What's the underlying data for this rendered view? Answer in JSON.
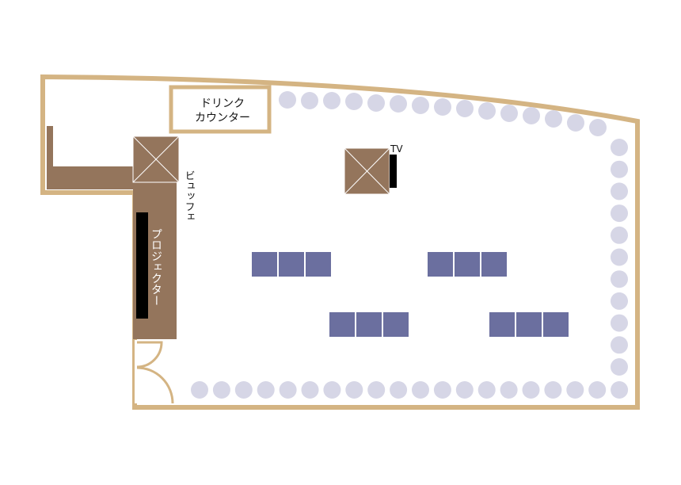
{
  "colors": {
    "wall": "#d4b483",
    "furniture": "#94755c",
    "table": "#6b6f9f",
    "chair": "#d6d6e6",
    "screen": "#000000",
    "background": "#ffffff"
  },
  "labels": {
    "drink_counter_line1": "ドリンク",
    "drink_counter_line2": "カウンター",
    "buffet": "ビュッフェ",
    "projector": "プロジェクター",
    "tv": "TV"
  },
  "tables": {
    "groups": 4,
    "units_per_group": 3
  },
  "chairs": {
    "top_row": 15,
    "right_column": 11,
    "bottom_row": 20
  }
}
